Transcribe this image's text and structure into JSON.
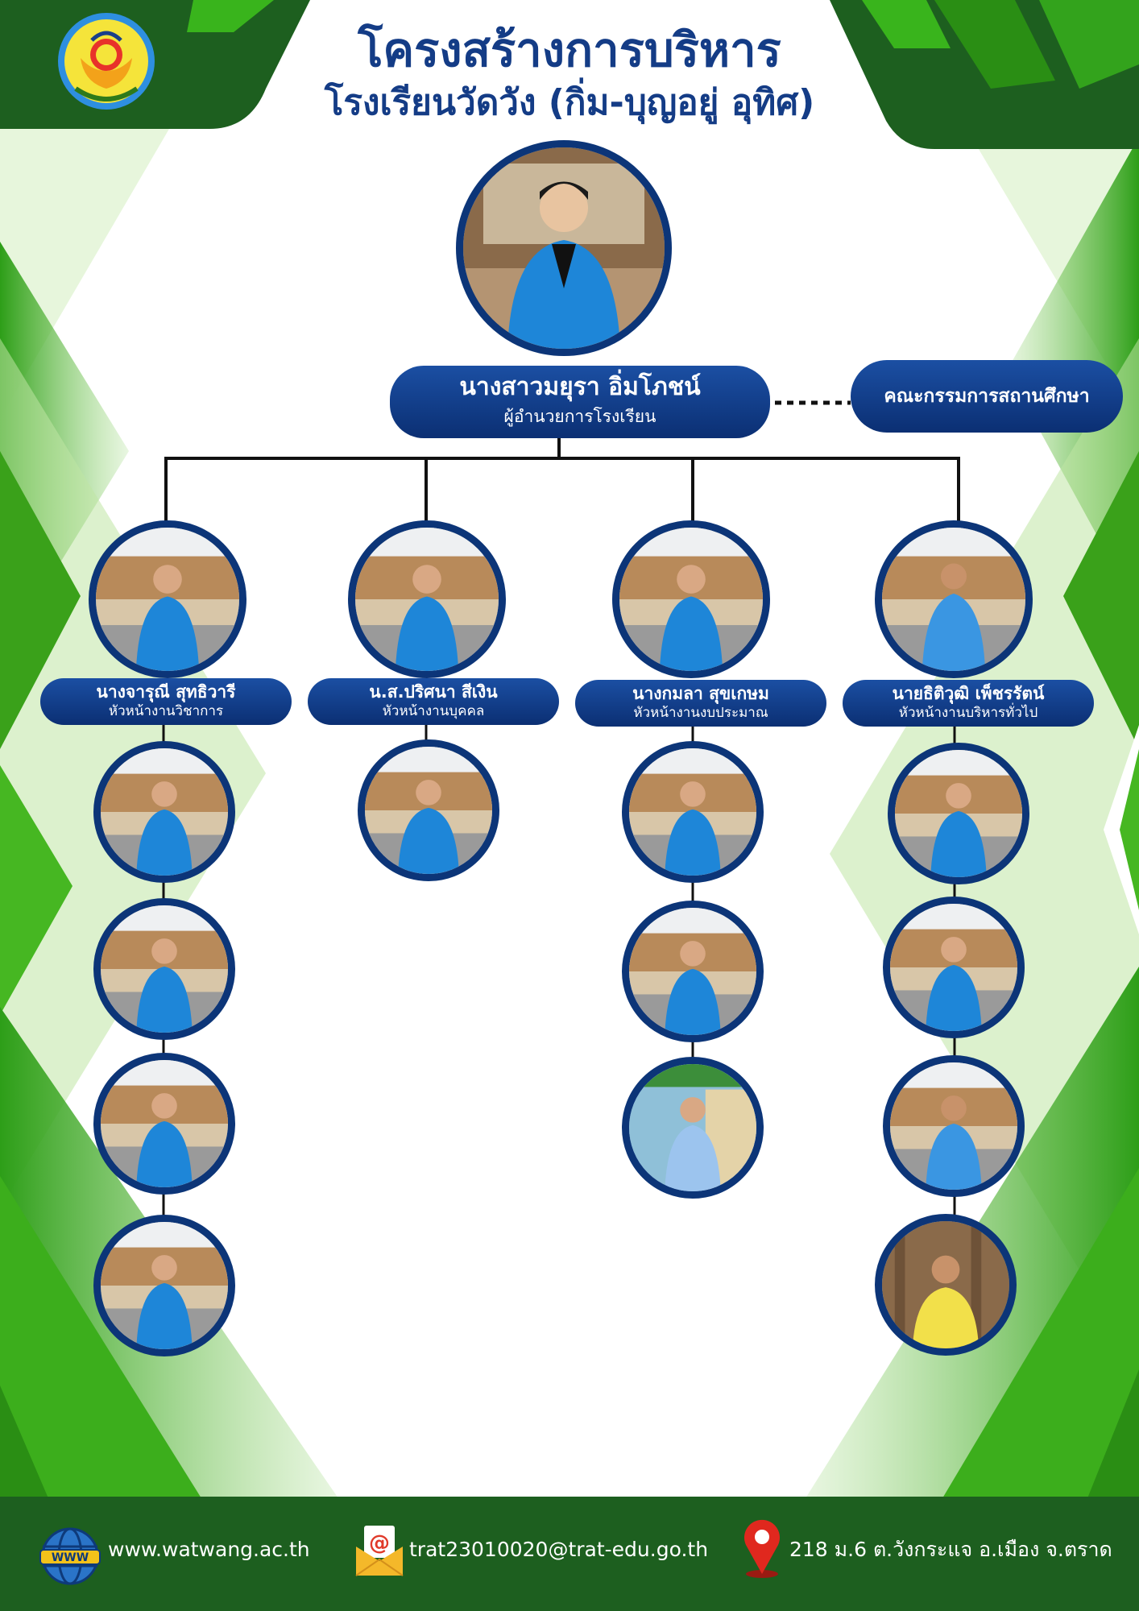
{
  "header": {
    "title": "โครงสร้างการบริหาร",
    "subtitle": "โรงเรียนวัดวัง (กิ่ม-บุญอยู่ อุทิศ)"
  },
  "director": {
    "name": "นางสาวมยุรา อิ่มโภชน์",
    "role": "ผู้อำนวยการโรงเรียน"
  },
  "board": {
    "label": "คณะกรรมการสถานศึกษา"
  },
  "heads": [
    {
      "name": "นางจารุณี สุทธิวารี",
      "role": "หัวหน้างานวิชาการ"
    },
    {
      "name": "น.ส.ปริศนา สีเงิน",
      "role": "หัวหน้างานบุคคล"
    },
    {
      "name": "นางกมลา สุขเกษม",
      "role": "หัวหน้างานงบประมาณ"
    },
    {
      "name": "นายธิติวุฒิ เพ็ชรรัตน์",
      "role": "หัวหน้างานบริหารทั่วไป"
    }
  ],
  "footer": {
    "website": "www.watwang.ac.th",
    "email": "trat23010020@trat-edu.go.th",
    "address": "218 ม.6 ต.วังกระแจ อ.เมือง  จ.ตราด",
    "web_icon_label": "WWW"
  },
  "colors": {
    "dark_green": "#1d5f1f",
    "bright_green": "#39b41c",
    "navy": "#0c3578",
    "title_blue": "#143c86"
  },
  "icons": {
    "website": "globe-www-icon",
    "email": "envelope-at-icon",
    "address": "map-pin-icon"
  }
}
